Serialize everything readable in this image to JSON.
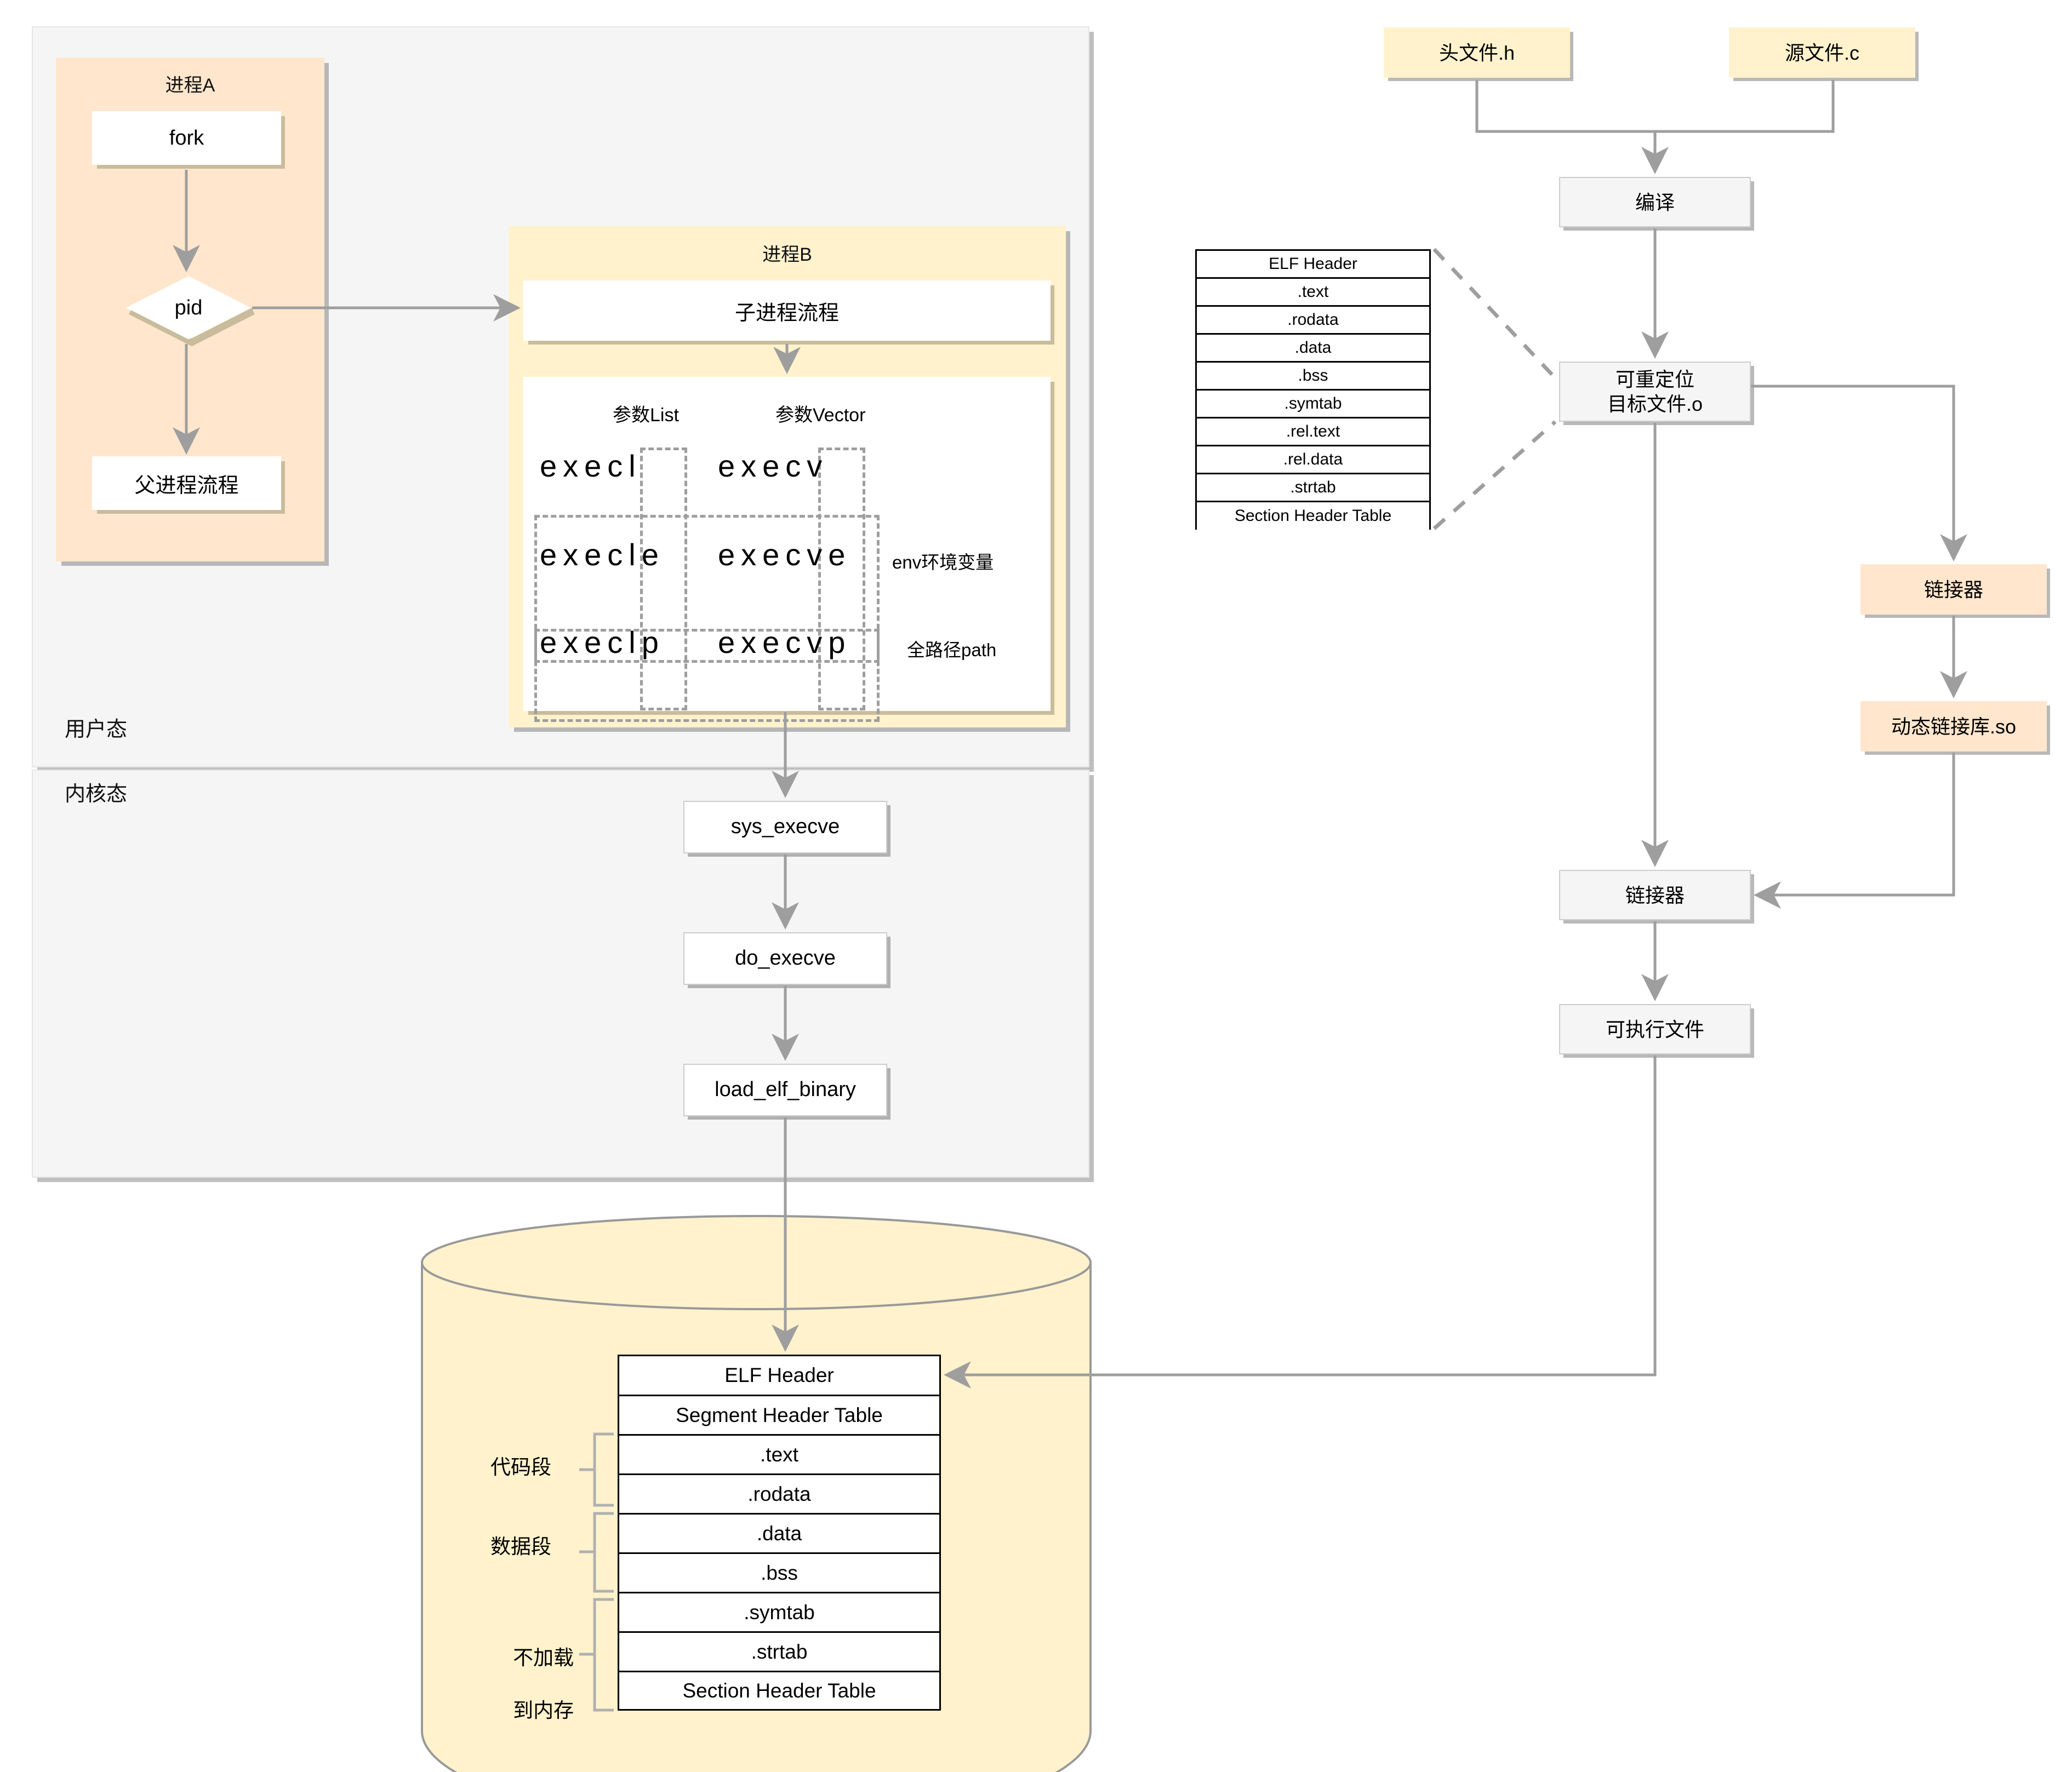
{
  "left_panel": {
    "user_mode_label": "用户态",
    "kernel_mode_label": "内核态",
    "process_a": {
      "title": "进程A",
      "fork_label": "fork",
      "pid_label": "pid",
      "parent_label": "父进程流程"
    },
    "process_b": {
      "title": "进程B",
      "child_label": "子进程流程",
      "col_list_label": "参数List",
      "col_vector_label": "参数Vector",
      "exec_rows": [
        {
          "list": "execl",
          "vector": "execv",
          "note": ""
        },
        {
          "list": "execle",
          "vector": "execve",
          "note": "env环境变量"
        },
        {
          "list": "execlp",
          "vector": "execvp",
          "note": "全路径path"
        }
      ]
    },
    "kernel_calls": [
      "sys_execve",
      "do_execve",
      "load_elf_binary"
    ]
  },
  "right_pipeline": {
    "header_file": "头文件.h",
    "source_file": "源文件.c",
    "compile": "编译",
    "relocatable_object": "可重定位\n目标文件.o",
    "relocatable_object_line1": "可重定位",
    "relocatable_object_line2": "目标文件.o",
    "linker_dynamic": "链接器",
    "shared_object": "动态链接库.so",
    "linker_final": "链接器",
    "executable": "可执行文件"
  },
  "object_file_sections": [
    "ELF Header",
    ".text",
    ".rodata",
    ".data",
    ".bss",
    ".symtab",
    ".rel.text",
    ".rel.data",
    ".strtab",
    "Section Header Table"
  ],
  "memory_image": {
    "rows": [
      "ELF Header",
      "Segment Header Table",
      ".text",
      ".rodata",
      ".data",
      ".bss",
      ".symtab",
      ".strtab",
      "Section Header Table"
    ],
    "group_labels": [
      "代码段",
      "数据段",
      "不加载\n到内存"
    ],
    "group_label_1": "代码段",
    "group_label_2": "数据段",
    "group_label_3_line1": "不加载",
    "group_label_3_line2": "到内存"
  },
  "colors": {
    "peach": "#FFE6CC",
    "yellow": "#FFF2CC",
    "gray_panel": "#F5F5F5",
    "line": "#9E9E9E",
    "border_black": "#000000"
  }
}
